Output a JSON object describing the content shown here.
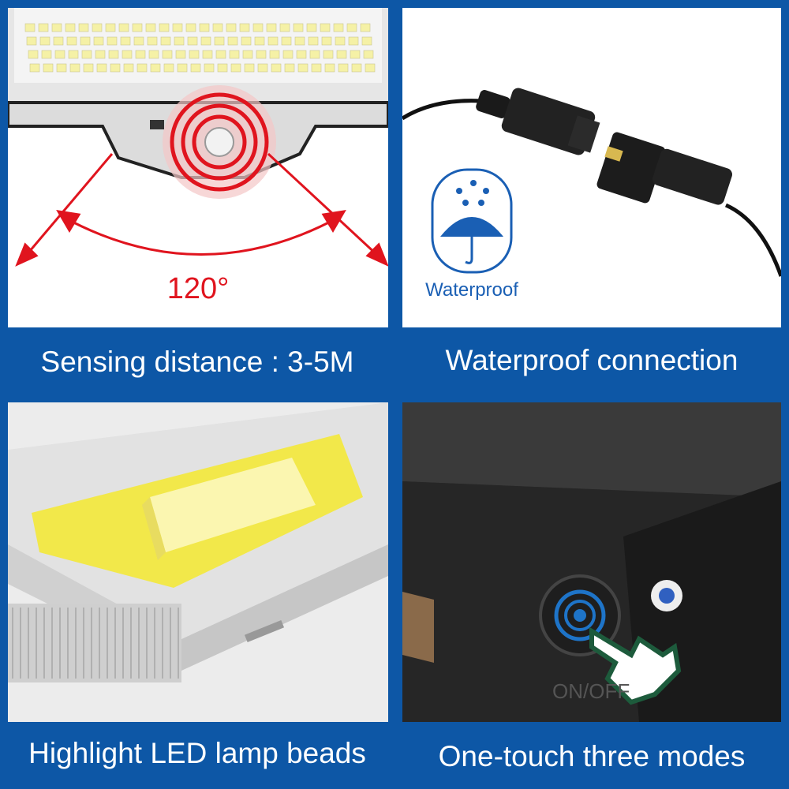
{
  "panels": [
    {
      "caption": "Sensing distance : 3-5M",
      "angle_label": "120°"
    },
    {
      "caption": "Waterproof connection",
      "badge_label": "Waterproof"
    },
    {
      "caption": "Highlight LED lamp beads"
    },
    {
      "caption": "One-touch three modes",
      "button_label": "ON/OFF"
    }
  ],
  "colors": {
    "frame_blue": "#0d57a6",
    "arrow_red": "#e0141e",
    "badge_blue": "#1a5fb4",
    "led_yellow": "#f2e84a",
    "hand_green": "#1d5b3c"
  }
}
